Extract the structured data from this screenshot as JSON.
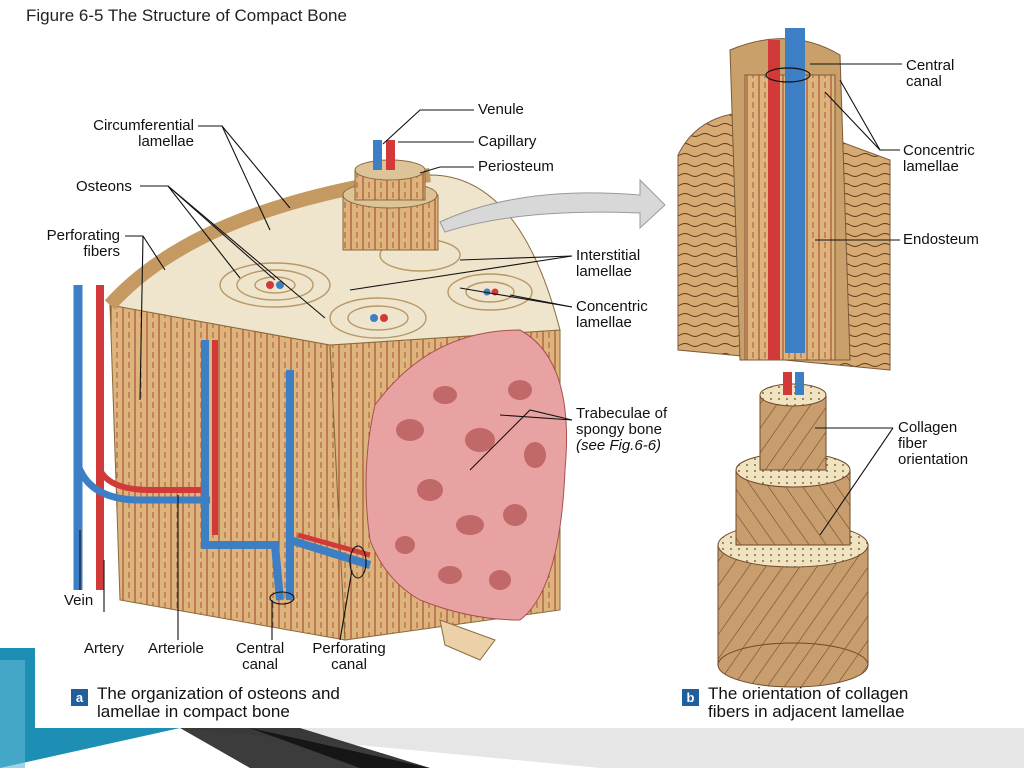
{
  "figure_title": "Figure 6-5  The Structure of Compact Bone",
  "labels": {
    "circumferential_lamellae": [
      "Circumferential",
      "lamellae"
    ],
    "osteons": "Osteons",
    "perforating_fibers": [
      "Perforating",
      "fibers"
    ],
    "venule": "Venule",
    "capillary": "Capillary",
    "periosteum": "Periosteum",
    "interstitial_lamellae": [
      "Interstitial",
      "lamellae"
    ],
    "concentric_lamellae_a": [
      "Concentric",
      "lamellae"
    ],
    "trabeculae": [
      "Trabeculae of",
      "spongy bone"
    ],
    "trabeculae_ref": "(see Fig.6-6)",
    "vein": "Vein",
    "artery": "Artery",
    "arteriole": "Arteriole",
    "central_canal_a": [
      "Central",
      "canal"
    ],
    "perforating_canal": [
      "Perforating",
      "canal"
    ],
    "central_canal_b": [
      "Central",
      "canal"
    ],
    "concentric_lamellae_b": [
      "Concentric",
      "lamellae"
    ],
    "endosteum": "Endosteum",
    "collagen_fiber_orientation": [
      "Collagen",
      "fiber",
      "orientation"
    ]
  },
  "panel_a": {
    "badge": "a",
    "caption": [
      "The organization of osteons and",
      "lamellae in compact bone"
    ]
  },
  "panel_b": {
    "badge": "b",
    "caption": [
      "The orientation of collagen",
      "fibers in adjacent lamellae"
    ]
  },
  "colors": {
    "bone": "#d9b27a",
    "bone_dark": "#b98b55",
    "spongy": "#e99a9a",
    "vein": "#3c7fc4",
    "artery": "#d23a3a",
    "slide_teal": "#1d8fb5"
  }
}
